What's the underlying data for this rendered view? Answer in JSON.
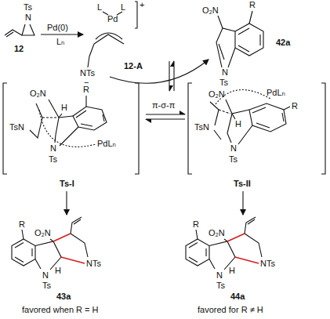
{
  "diagram": {
    "labels": [
      "Ts",
      "N",
      "12",
      "Pd(0)",
      "Lₙ",
      "L",
      "L",
      "+",
      "Pd",
      "NTs",
      "−",
      "12-A",
      "O₂N",
      "R",
      "N",
      "Ts",
      "42a",
      "π-σ-π",
      "O₂N",
      "H",
      "R",
      "TsN",
      "N",
      "Ts",
      "PdLₙ",
      "Ts-I",
      "O₂N",
      "PdLₙ",
      "R",
      "TsN",
      "H",
      "N",
      "Ts",
      "Ts-II",
      "R",
      "O₂N",
      "NTs",
      "N",
      "H",
      "Ts",
      "43a",
      "favored when R = H",
      "R",
      "O₂N",
      "NTs",
      "N",
      "H",
      "Ts",
      "44a",
      "favored for R ≠ H"
    ]
  }
}
